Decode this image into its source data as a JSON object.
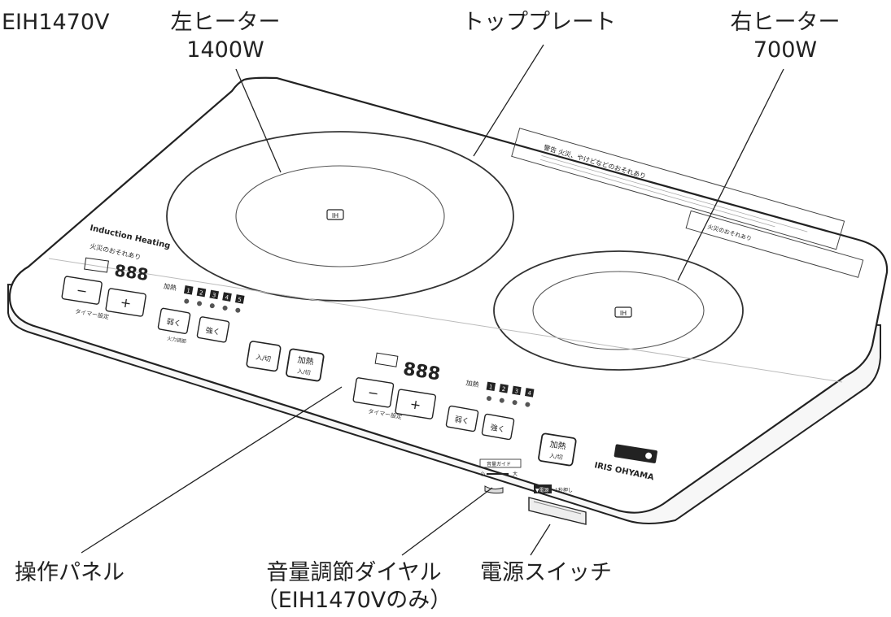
{
  "model": "EIH1470V",
  "callouts": {
    "left_heater": "左ヒーター",
    "left_heater_power": "1400W",
    "top_plate": "トッププレート",
    "right_heater": "右ヒーター",
    "right_heater_power": "700W",
    "control_panel": "操作パネル",
    "volume_dial": "音量調節ダイヤル",
    "volume_dial_note": "（EIH1470Vのみ）",
    "power_switch": "電源スイッチ"
  },
  "device": {
    "brand": "IRIS OHYAMA",
    "ih_mark": "IH",
    "induction_label": "Induction Heating",
    "fire_warning": "火災のおそれあり",
    "burn_warning": "警告 火災、やけどなどのおそれあり",
    "power_key": "▼電源",
    "power_key_note": "1秒押し",
    "volume_guide": "音量ガイド",
    "volume_scale_low": "小",
    "volume_scale_high": "大",
    "minus": "−",
    "plus": "+",
    "display_digits": "888",
    "timer_setting": "タイマー設定",
    "heat_label": "加熱",
    "heat_off": "入/切",
    "weak": "弱く",
    "strong": "強く",
    "level_numbers": [
      "1",
      "2",
      "3",
      "4",
      "5"
    ],
    "heat_power_adjust": "火力調節"
  },
  "colors": {
    "line": "#222222",
    "plate_fill": "#ffffff",
    "ring": "#333333"
  }
}
